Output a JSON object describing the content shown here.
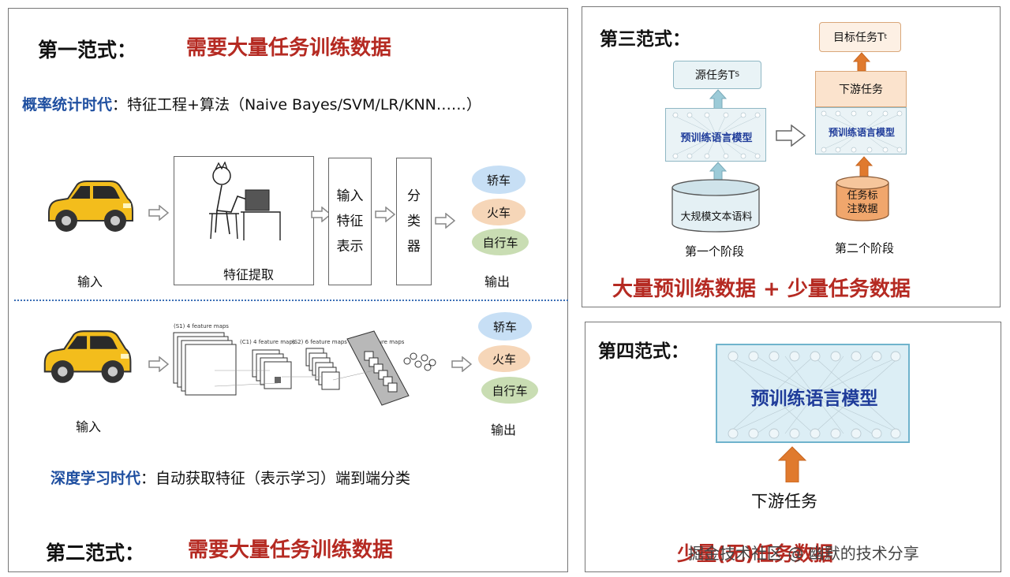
{
  "p1": {
    "title": "第一范式：",
    "subtitle": "需要大量任务训练数据",
    "era_label": "概率统计时代",
    "era_colon": "：",
    "era_desc": "特征工程+算法（Naive Bayes/SVM/LR/KNN……）",
    "input_label": "输入",
    "feature_extract": "特征提取",
    "repr_box": [
      "输入",
      "特征",
      "表示"
    ],
    "classifier_box": [
      "分",
      "类",
      "器"
    ],
    "outputs": [
      "轿车",
      "火车",
      "自行车"
    ],
    "output_label": "输出"
  },
  "p2": {
    "input_label": "输入",
    "output_label": "输出",
    "outputs": [
      "轿车",
      "火车",
      "自行车"
    ],
    "cnn_labels": [
      "(S1) 4 feature maps",
      "(C1) 4 feature maps",
      "(S2) 6 feature maps",
      "(C2) 6 feature maps"
    ],
    "era_label": "深度学习时代",
    "era_colon": "：",
    "era_desc": "自动获取特征（表示学习）端到端分类",
    "title": "第二范式：",
    "subtitle": "需要大量任务训练数据"
  },
  "p3": {
    "title": "第三范式：",
    "source_task": "源任务T",
    "source_sub": "S",
    "target_task": "目标任务T",
    "target_sub": "t",
    "downstream": "下游任务",
    "plm": "预训练语言模型",
    "corpus": "大规模文本语料",
    "labeled": [
      "任务标",
      "注数据"
    ],
    "stage1": "第一个阶段",
    "stage2": "第二个阶段",
    "summary": "大量预训练数据 + 少量任务数据"
  },
  "p4": {
    "title": "第四范式：",
    "plm": "预训练语言模型",
    "downstream": "下游任务",
    "summary": "少量(无)任务数据"
  },
  "watermark": "掘金技术社区 @ 幽默的技术分享",
  "colors": {
    "red": "#b52a22",
    "blue": "#1f4fa0",
    "orange": "#e07a2e",
    "teal": "#8fc3d0",
    "oval_blue": "#c7dff5",
    "oval_orange": "#f6d6b8",
    "oval_green": "#c9ddb3"
  }
}
